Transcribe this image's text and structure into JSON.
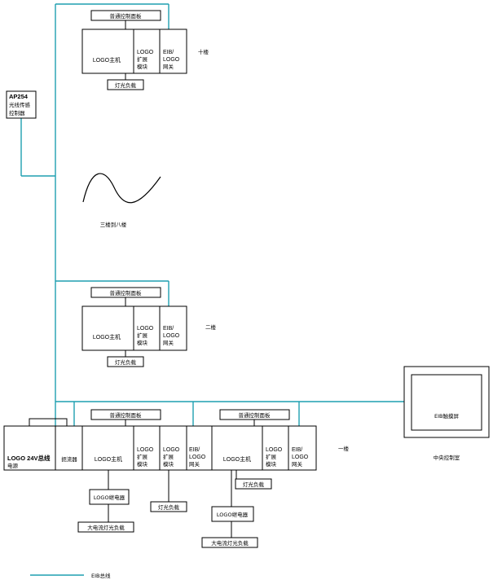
{
  "labels": {
    "panel": "普通控制面板",
    "logo_main": "LOGO主机",
    "logo_ext_1": "LOGO",
    "logo_ext_2": "扩展",
    "logo_ext_3": "模块",
    "eib_1": "EIB/",
    "eib_2": "LOGO",
    "eib_3": "网关",
    "light_load": "灯光负载",
    "relay": "LOGO继电器",
    "big_load": "大电流灯光负载",
    "ap254_1": "AP254",
    "ap254_2": "光线传感",
    "ap254_3": "控制器",
    "floor_10": "十楼",
    "floor_3_8": "三楼到八楼",
    "floor_2": "二楼",
    "floor_1": "一楼",
    "power_1": "LOGO 24V总线",
    "power_2": "电源",
    "choke": "扼流器",
    "touch_screen": "EIB触摸屏",
    "control_room": "中央控制室",
    "legend": "EIB总线"
  },
  "colors": {
    "bus": "#1f9fb0",
    "line": "#000000"
  }
}
